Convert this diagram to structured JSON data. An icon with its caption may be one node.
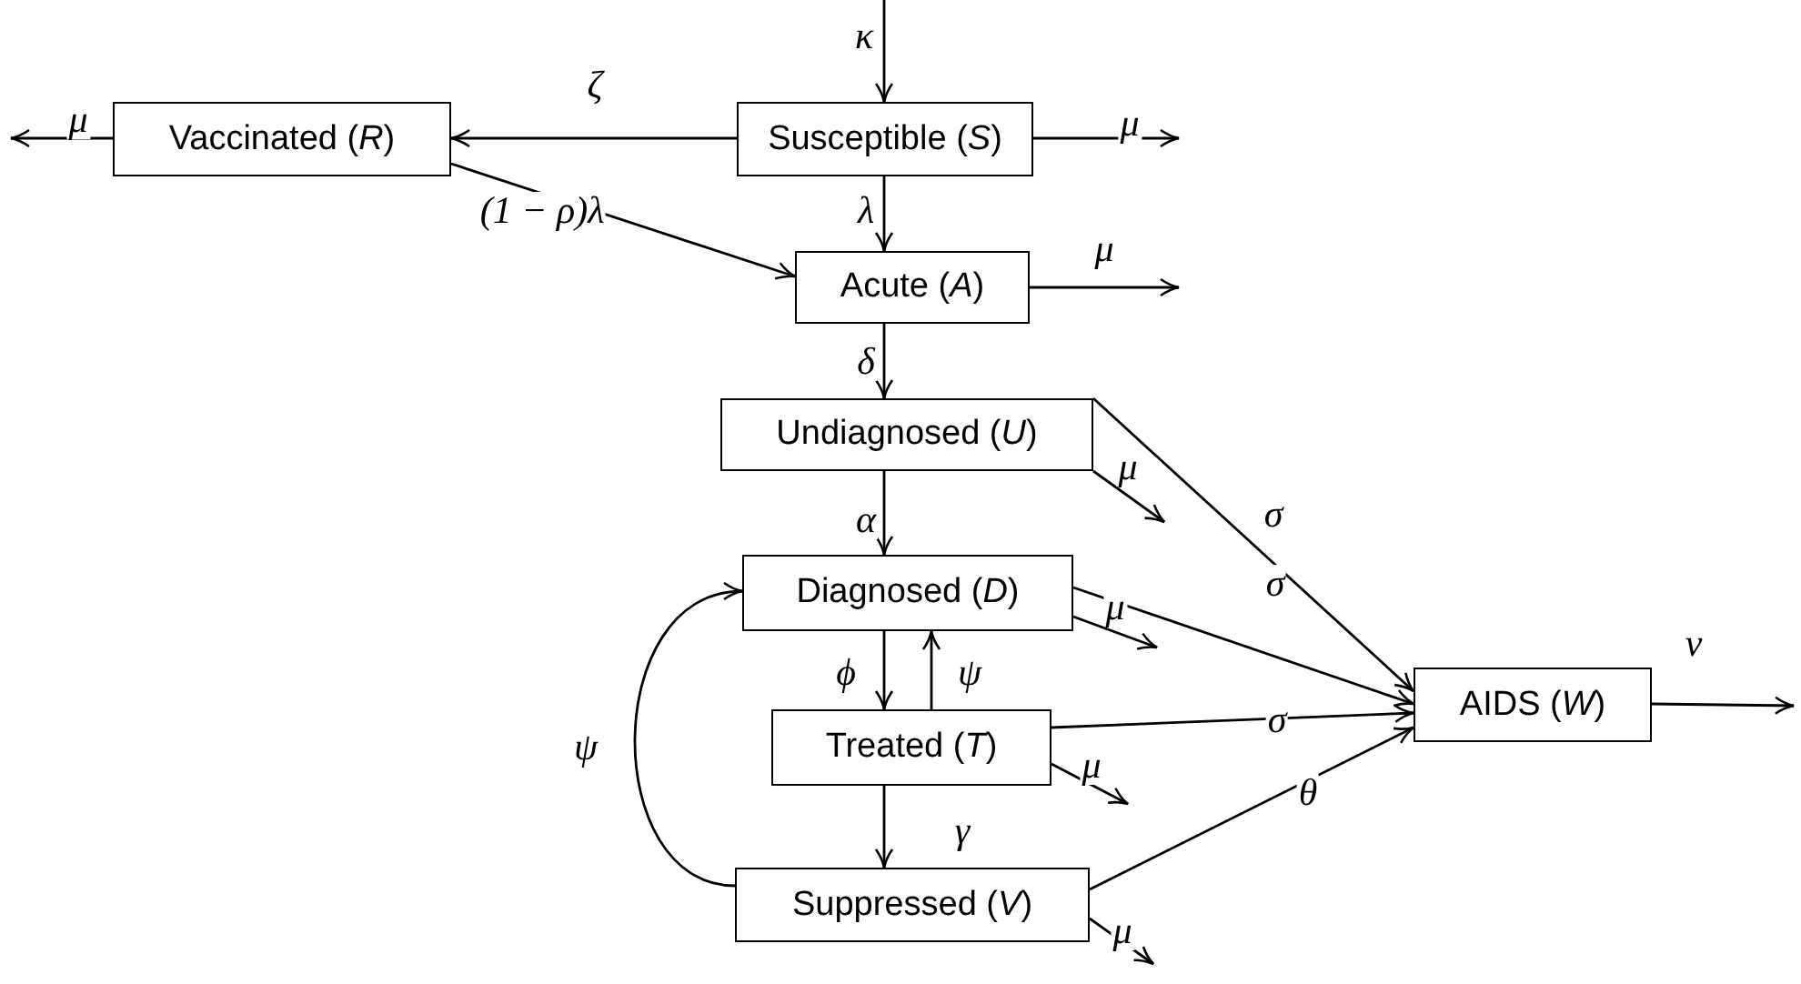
{
  "diagram": {
    "nodes": [
      {
        "text": [
          "Vaccinated (*R*)"
        ]
      },
      {
        "text": [
          "Susceptible (*S*)"
        ]
      },
      {
        "text": [
          "Acute (*A*)"
        ]
      },
      {
        "text": [
          "Undiagnosed (*U*)"
        ]
      },
      {
        "text": [
          "Diagnosed (*D*)"
        ]
      },
      {
        "text": [
          "Treated (*T*)"
        ]
      },
      {
        "text": [
          "Suppressed (*V*)"
        ]
      },
      {
        "text": [
          "AIDS (*W*)"
        ]
      }
    ],
    "edges": [
      {
        "from": null,
        "to": 1,
        "arrow": "to",
        "label": "κ"
      },
      {
        "from": 1,
        "to": null,
        "arrow": "to",
        "label": "μ"
      },
      {
        "from": 1,
        "to": 0,
        "arrow": "to",
        "label": "ζ"
      },
      {
        "from": 0,
        "to": null,
        "arrow": "to",
        "label": "μ"
      },
      {
        "from": 1,
        "to": 2,
        "arrow": "to",
        "label": "λ"
      },
      {
        "from": 0,
        "to": 2,
        "arrow": "to",
        "label": "(1 − ρ)λ"
      },
      {
        "from": 2,
        "to": null,
        "arrow": "to",
        "label": "μ"
      },
      {
        "from": 2,
        "to": 3,
        "arrow": "to",
        "label": "δ"
      },
      {
        "from": 3,
        "to": null,
        "arrow": "to",
        "label": "μ"
      },
      {
        "from": 3,
        "to": 7,
        "arrow": "to",
        "label": "σ"
      },
      {
        "from": 3,
        "to": 4,
        "arrow": "to",
        "label": "α"
      },
      {
        "from": 4,
        "to": null,
        "arrow": "to",
        "label": "μ"
      },
      {
        "from": 4,
        "to": 7,
        "arrow": "to",
        "label": "σ"
      },
      {
        "from": 4,
        "to": 5,
        "arrow": "to",
        "label": "ϕ"
      },
      {
        "from": 5,
        "to": 4,
        "arrow": "to",
        "label": "ψ"
      },
      {
        "from": 5,
        "to": null,
        "arrow": "to",
        "label": "μ"
      },
      {
        "from": 5,
        "to": 7,
        "arrow": "to",
        "label": "σ"
      },
      {
        "from": 5,
        "to": 6,
        "arrow": "to",
        "label": "γ"
      },
      {
        "from": 6,
        "to": null,
        "arrow": "to",
        "label": "μ"
      },
      {
        "from": 6,
        "to": 7,
        "arrow": "to",
        "label": "θ"
      },
      {
        "from": 6,
        "to": 4,
        "arrow": "to",
        "label": "ψ"
      },
      {
        "from": 7,
        "to": null,
        "arrow": "to",
        "label": "ν"
      }
    ]
  }
}
